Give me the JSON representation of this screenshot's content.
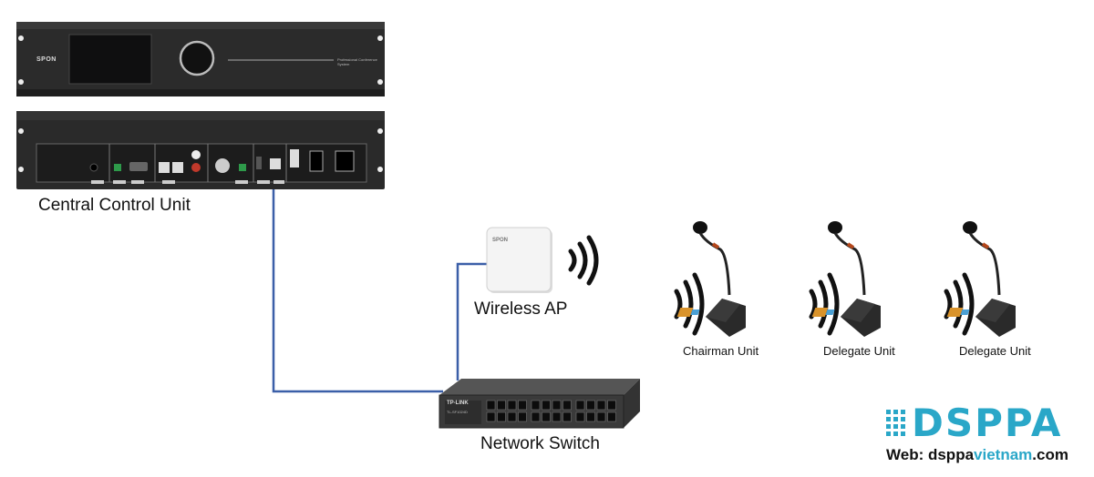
{
  "labels": {
    "central": "Central Control Unit",
    "ap": "Wireless AP",
    "switch": "Network Switch",
    "chairman": "Chairman Unit",
    "delegate1": "Delegate Unit",
    "delegate2": "Delegate Unit"
  },
  "device_text": {
    "spon_front": "SPON",
    "system_name": "Professional Conference System",
    "ap_brand": "SPON",
    "switch_brand": "TP-LINK",
    "switch_model": "TL-SF1024D"
  },
  "logo": {
    "brand": "DSPPA",
    "web_prefix": "Web: ",
    "web_domain_a": "dsppa",
    "web_domain_b": "vietnam",
    "web_domain_c": ".com"
  },
  "colors": {
    "cable": "#3b5fa8",
    "logo": "#2aa7c8",
    "device_dark": "#2a2a2a"
  }
}
